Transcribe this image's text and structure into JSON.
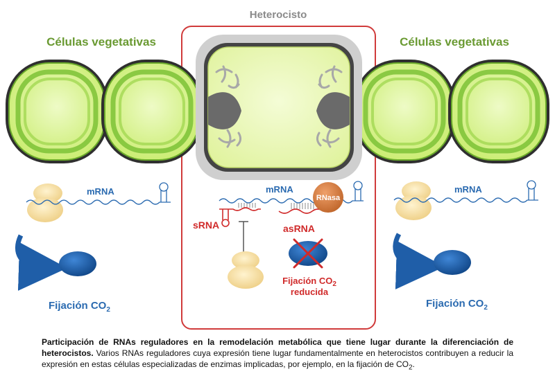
{
  "labels": {
    "heterocyst": "Heterocisto",
    "veg_left": "Células vegetativas",
    "veg_right": "Células vegetativas",
    "mrna_left": "mRNA",
    "mrna_center": "mRNA",
    "mrna_right": "mRNA",
    "srna": "sRNA",
    "asrna": "asRNA",
    "rnasa": "RNasa",
    "fix_left_main": "Fijación CO",
    "fix_left_sub": "2",
    "fix_right_main": "Fijación CO",
    "fix_right_sub": "2",
    "fix_center_main": "Fijación CO",
    "fix_center_sub": "2",
    "fix_center_line2": "reducida"
  },
  "caption": {
    "bold": "Participación de RNAs reguladores en la remodelación metabólica que tiene lugar durante la diferenciación de heterocistos.",
    "text": " Varios RNAs reguladores cuya expresión tiene lugar fundamentalmente en heterocistos contribuyen a reducir la expresión en estas células especializadas de enzimas implicadas, por ejemplo, en la fijación de CO",
    "sub": "2",
    "end": "."
  },
  "colors": {
    "cell_fill": "#dff59a",
    "cell_green": "#7cc236",
    "heterocyst_border": "#d03a3a",
    "ribosome": "#f6dda0",
    "enzyme": "#1f5ea8",
    "rnasa": "#d98448",
    "srna": "#d02a2a"
  }
}
